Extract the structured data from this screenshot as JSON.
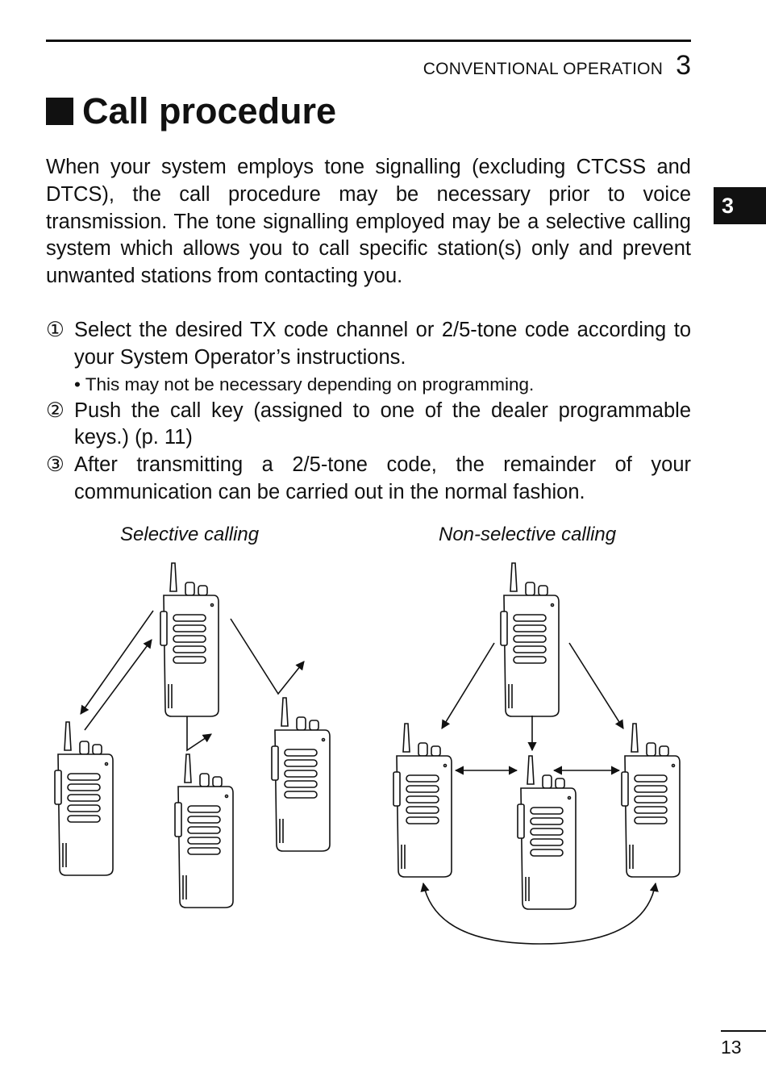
{
  "header": {
    "section_title": "CONVENTIONAL OPERATION",
    "section_number": "3",
    "side_tab": "3"
  },
  "title": "Call procedure",
  "intro": "When your system employs tone signalling (excluding CTCSS and DTCS), the call procedure may be necessary prior to voice transmission. The tone signalling employed may be a selective calling system which allows you to call specific station(s) only and prevent unwanted stations from contacting you.",
  "steps": [
    {
      "num": "①",
      "text": "Select the desired TX code channel or 2/5-tone code according to your System Operator’s instructions.",
      "note": "• This may not be necessary depending on programming."
    },
    {
      "num": "②",
      "text": "Push the call key (assigned to one of the dealer programmable keys.) (p. 11)"
    },
    {
      "num": "③",
      "text": "After transmitting a 2/5-tone code, the remainder of your communication can be carried out in the normal fashion."
    }
  ],
  "diagram": {
    "left_caption": "Selective calling",
    "right_caption": "Non-selective calling",
    "radio_icon": "handheld-radio-icon"
  },
  "footer": {
    "page_number": "13"
  }
}
